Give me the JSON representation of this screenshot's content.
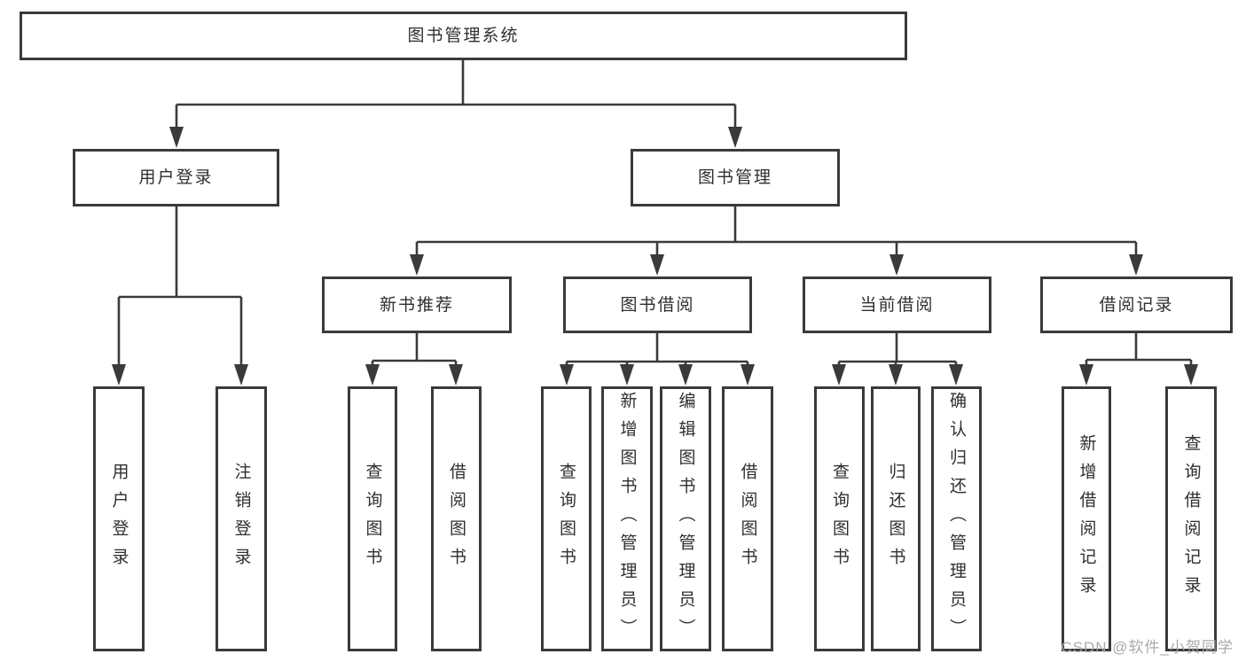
{
  "diagram": {
    "title": "图书管理系统",
    "root": {
      "label": "图书管理系统"
    },
    "level2": [
      {
        "label": "用户登录"
      },
      {
        "label": "图书管理"
      }
    ],
    "level3": [
      {
        "label": "新书推荐",
        "parent": "图书管理"
      },
      {
        "label": "图书借阅",
        "parent": "图书管理"
      },
      {
        "label": "当前借阅",
        "parent": "图书管理"
      },
      {
        "label": "借阅记录",
        "parent": "图书管理"
      }
    ],
    "leaves": [
      {
        "label": "用户登录",
        "parent": "用户登录"
      },
      {
        "label": "注销登录",
        "parent": "用户登录"
      },
      {
        "label": "查询图书",
        "parent": "新书推荐"
      },
      {
        "label": "借阅图书",
        "parent": "新书推荐"
      },
      {
        "label": "查询图书",
        "parent": "图书借阅"
      },
      {
        "label": "新增图书（管理员）",
        "parent": "图书借阅"
      },
      {
        "label": "编辑图书（管理员）",
        "parent": "图书借阅"
      },
      {
        "label": "借阅图书",
        "parent": "图书借阅"
      },
      {
        "label": "查询图书",
        "parent": "当前借阅"
      },
      {
        "label": "归还图书",
        "parent": "当前借阅"
      },
      {
        "label": "确认归还（管理员）",
        "parent": "当前借阅"
      },
      {
        "label": "新增借阅记录",
        "parent": "借阅记录"
      },
      {
        "label": "查询借阅记录",
        "parent": "借阅记录"
      }
    ]
  },
  "watermark": {
    "text": "CSDN @软件_小贺同学"
  },
  "colors": {
    "line": "#3a3a3a",
    "text": "#2f2f2f",
    "background": "#ffffff",
    "watermark": "#a5a5a5"
  }
}
